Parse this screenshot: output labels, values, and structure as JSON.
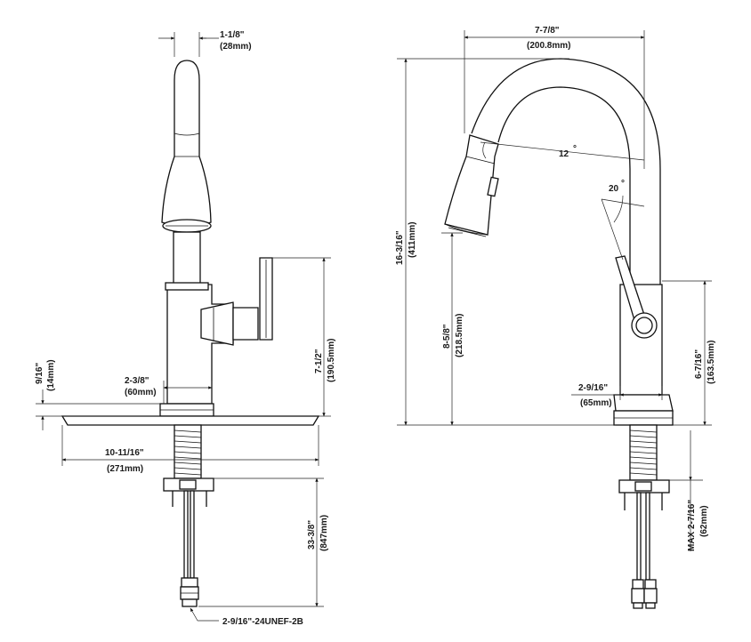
{
  "side_view": {
    "spout_width": "1-1/8\"",
    "spout_width_mm": "(28mm)",
    "base_diameter": "2-3/8\"",
    "base_diameter_mm": "(60mm)",
    "plate_thickness": "9/16\"",
    "plate_thickness_mm": "(14mm)",
    "handle_height": "7-1/2\"",
    "handle_height_mm": "(190.5mm)",
    "plate_width": "10-11/16\"",
    "plate_width_mm": "(271mm)",
    "supply_length": "33-3/8\"",
    "supply_length_mm": "(847mm)",
    "connection_thread": "2-9/16\"-24UNEF-2B"
  },
  "front_view": {
    "reach": "7-7/8\"",
    "reach_mm": "(200.8mm)",
    "total_height": "16-3/16\"",
    "total_height_mm": "(411mm)",
    "spout_clearance": "8-5/8\"",
    "spout_clearance_mm": "(218.5mm)",
    "spray_angle": "12",
    "handle_angle": "20",
    "base_width": "2-9/16\"",
    "base_width_mm": "(65mm)",
    "body_height": "6-7/16\"",
    "body_height_mm": "(163.5mm)",
    "max_deck": "MAX 2-7/16\"",
    "max_deck_mm": "(62mm)"
  }
}
